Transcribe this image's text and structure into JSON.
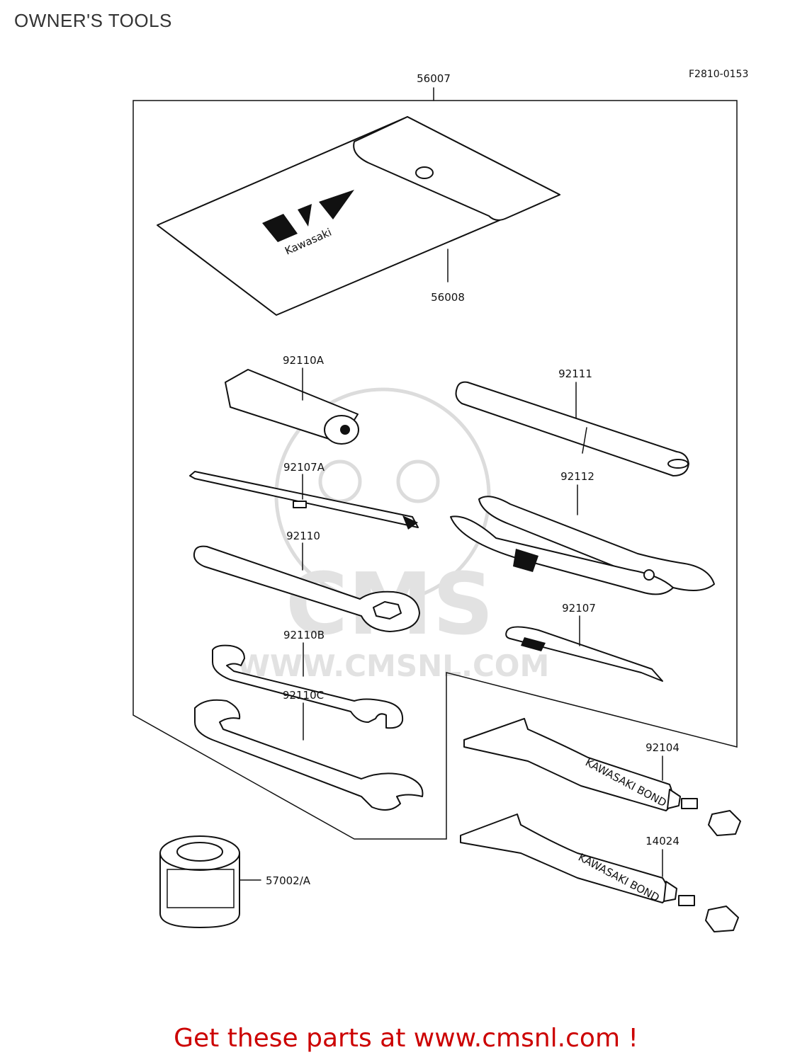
{
  "page": {
    "title": "OWNER'S TOOLS",
    "figure_code": "F2810-0153",
    "footer_link": "Get these parts at www.cmsnl.com !"
  },
  "watermark": {
    "brand": "CMS",
    "url": "WWW.CMSNL.COM"
  },
  "pouch": {
    "brand_text": "Kawasaki"
  },
  "tubes": {
    "upper_text": "KAWASAKI BOND",
    "lower_text": "KAWASAKI BOND"
  },
  "parts": [
    {
      "id": "p-56007",
      "label": "56007"
    },
    {
      "id": "p-56008",
      "label": "56008"
    },
    {
      "id": "p-92110A",
      "label": "92110A"
    },
    {
      "id": "p-92111",
      "label": "92111"
    },
    {
      "id": "p-92107A",
      "label": "92107A"
    },
    {
      "id": "p-92112",
      "label": "92112"
    },
    {
      "id": "p-92110",
      "label": "92110"
    },
    {
      "id": "p-92107",
      "label": "92107"
    },
    {
      "id": "p-92110B",
      "label": "92110B"
    },
    {
      "id": "p-92110C",
      "label": "92110C"
    },
    {
      "id": "p-92104",
      "label": "92104"
    },
    {
      "id": "p-14024",
      "label": "14024"
    },
    {
      "id": "p-57002A",
      "label": "57002/A"
    }
  ]
}
